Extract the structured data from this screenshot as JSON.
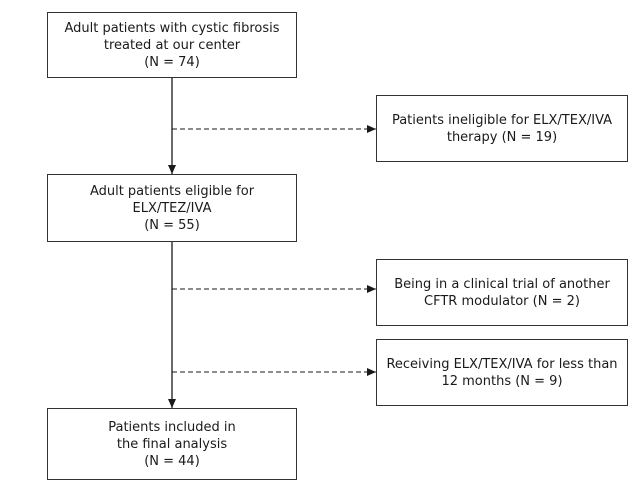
{
  "diagram": {
    "main_boxes": [
      {
        "lines": [
          "Adult patients with cystic fibrosis",
          "treated at our center",
          "(N = 74)"
        ]
      },
      {
        "lines": [
          "Adult patients eligible for",
          "ELX/TEZ/IVA",
          "(N = 55)"
        ]
      },
      {
        "lines": [
          "Patients included in",
          "the final analysis",
          "(N = 44)"
        ]
      }
    ],
    "exclusion_boxes": [
      {
        "lines": [
          "Patients ineligible for ELX/TEX/IVA",
          "therapy (N = 19)"
        ]
      },
      {
        "lines": [
          "Being in a clinical trial of another",
          "CFTR modulator (N = 2)"
        ]
      },
      {
        "lines": [
          "Receiving ELX/TEX/IVA for less than",
          "12 months (N = 9)"
        ]
      }
    ]
  }
}
